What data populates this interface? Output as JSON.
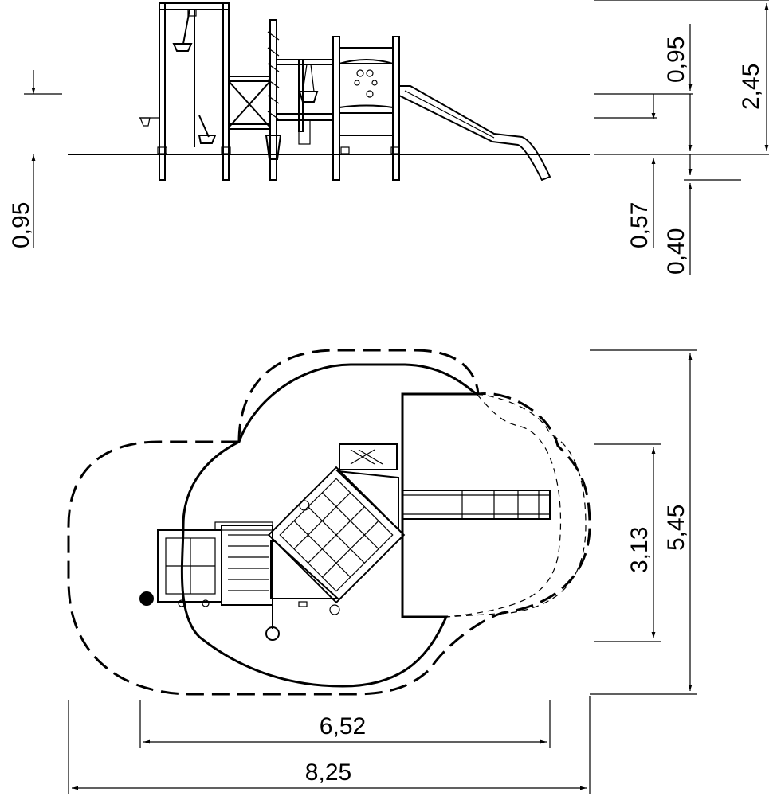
{
  "elevation": {
    "left_height": "0,95",
    "platform_height_top": "0,95",
    "total_height": "2,45",
    "platform_height_mid": "0,57",
    "foundation_depth": "0,40"
  },
  "plan": {
    "depth_inner": "3,13",
    "depth_outer": "5,45",
    "width_inner": "6,52",
    "width_outer": "8,25"
  }
}
